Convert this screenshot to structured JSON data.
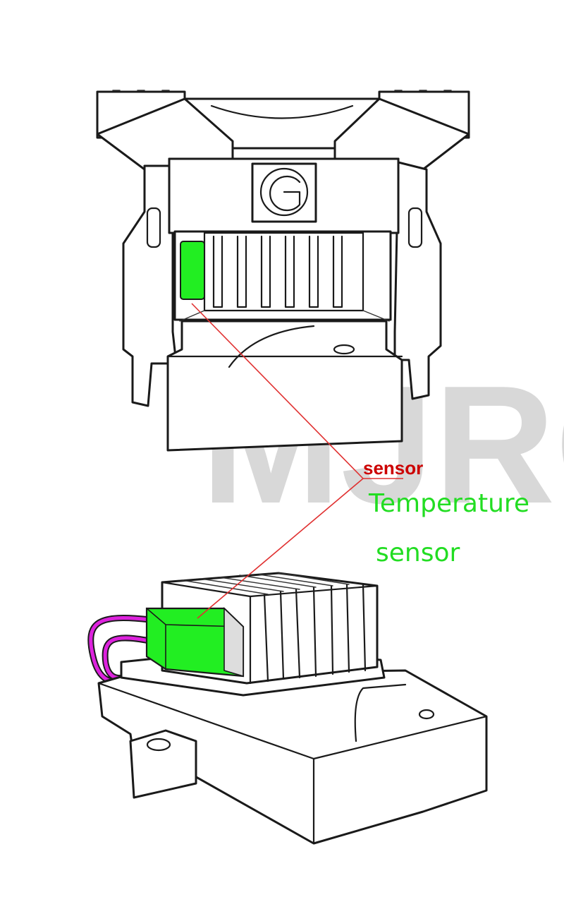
{
  "watermark": {
    "text": "MJRC",
    "color": "#d4d4d4"
  },
  "labels": {
    "small_sensor": "sensor",
    "temperature_line1": "Temperature",
    "temperature_line2": "sensor"
  },
  "colors": {
    "sensor_block": "#22ee22",
    "label_green": "#22dd22",
    "label_red": "#cc0000",
    "leader_line": "#e03030",
    "wires": "#dd22dd",
    "outline": "#1a1a1a"
  },
  "icons": {
    "logo": "g-logo-icon"
  }
}
